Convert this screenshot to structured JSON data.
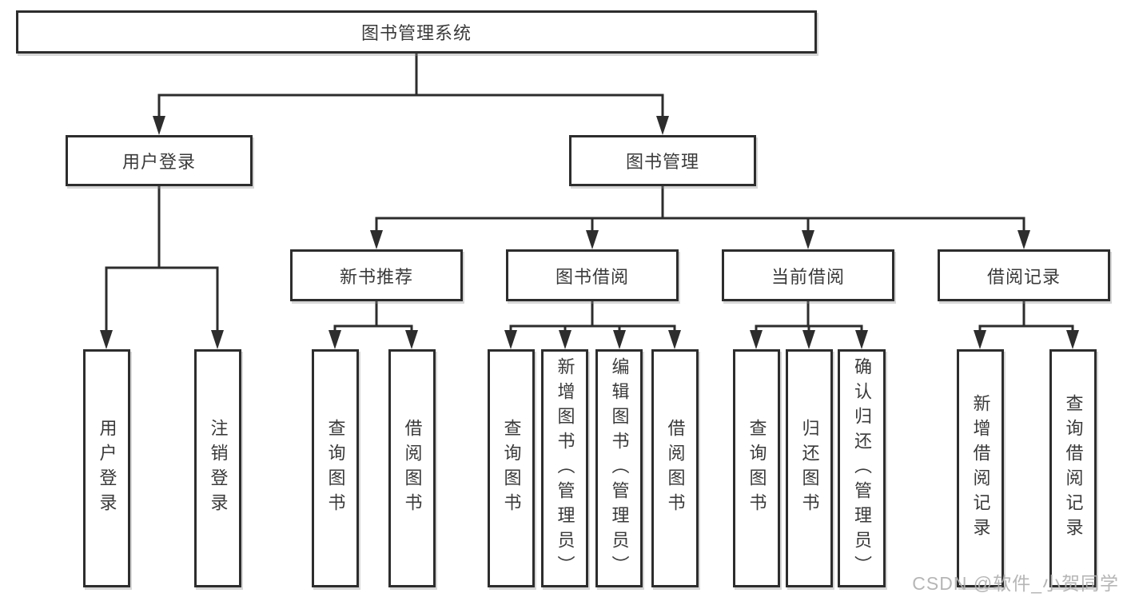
{
  "colors": {
    "background": "#ffffff",
    "line": "#2d2d2d",
    "box_border": "#2d2d2d",
    "text": "#3a3a3a",
    "watermark": "#b0b0b0"
  },
  "diagram": {
    "root": "图书管理系统",
    "level2": {
      "login": "用户登录",
      "management": "图书管理"
    },
    "login_leaves": [
      "用户登录",
      "注销登录"
    ],
    "groups": [
      {
        "label": "新书推荐",
        "leaves": [
          "查询图书",
          "借阅图书"
        ]
      },
      {
        "label": "图书借阅",
        "leaves": [
          "查询图书",
          "新增图书（管理员）",
          "编辑图书（管理员）",
          "借阅图书"
        ]
      },
      {
        "label": "当前借阅",
        "leaves": [
          "查询图书",
          "归还图书",
          "确认归还（管理员）"
        ]
      },
      {
        "label": "借阅记录",
        "leaves": [
          "新增借阅记录",
          "查询借阅记录"
        ]
      }
    ]
  },
  "watermark": "CSDN @软件_小贺同学"
}
